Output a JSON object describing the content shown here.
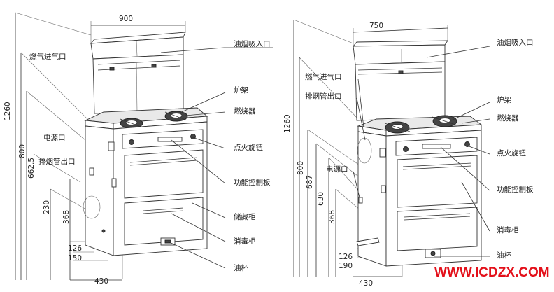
{
  "left_unit": {
    "dimensions": {
      "width": "900",
      "height": "1260",
      "counter_height": "800",
      "port_height": "662.5",
      "pipe_height": "368",
      "pipe_low": "230",
      "offset_a": "126",
      "offset_b": "150",
      "depth": "430"
    },
    "labels": {
      "gas_inlet": "燃气进气口",
      "power_port": "电源口",
      "exhaust_pipe": "排烟管出口",
      "hood_intake": "油烟吸入口",
      "pan_support": "炉架",
      "burner": "燃烧器",
      "ignition_knob": "点火旋钮",
      "control_panel": "功能控制板",
      "storage_cabinet": "储藏柜",
      "disinfect_cabinet": "消毒柜",
      "oil_cup": "油杯"
    }
  },
  "right_unit": {
    "dimensions": {
      "width": "750",
      "height": "1260",
      "counter_height": "800",
      "port_height": "687",
      "pipe_height": "630",
      "pipe_low": "368",
      "offset_a": "126",
      "offset_b": "190",
      "depth": "430"
    },
    "labels": {
      "gas_inlet": "燃气进气口",
      "exhaust_pipe": "排烟管出口",
      "power_port": "电源口",
      "hood_intake": "油烟吸入口",
      "pan_support": "炉架",
      "burner": "燃烧器",
      "ignition_knob": "点火旋钮",
      "control_panel": "功能控制板",
      "disinfect_cabinet": "消毒柜",
      "oil_cup": "油杯"
    }
  },
  "watermark": "WWW.ICDZX.COM",
  "colors": {
    "watermark": "#e3101a",
    "line": "#333333"
  }
}
